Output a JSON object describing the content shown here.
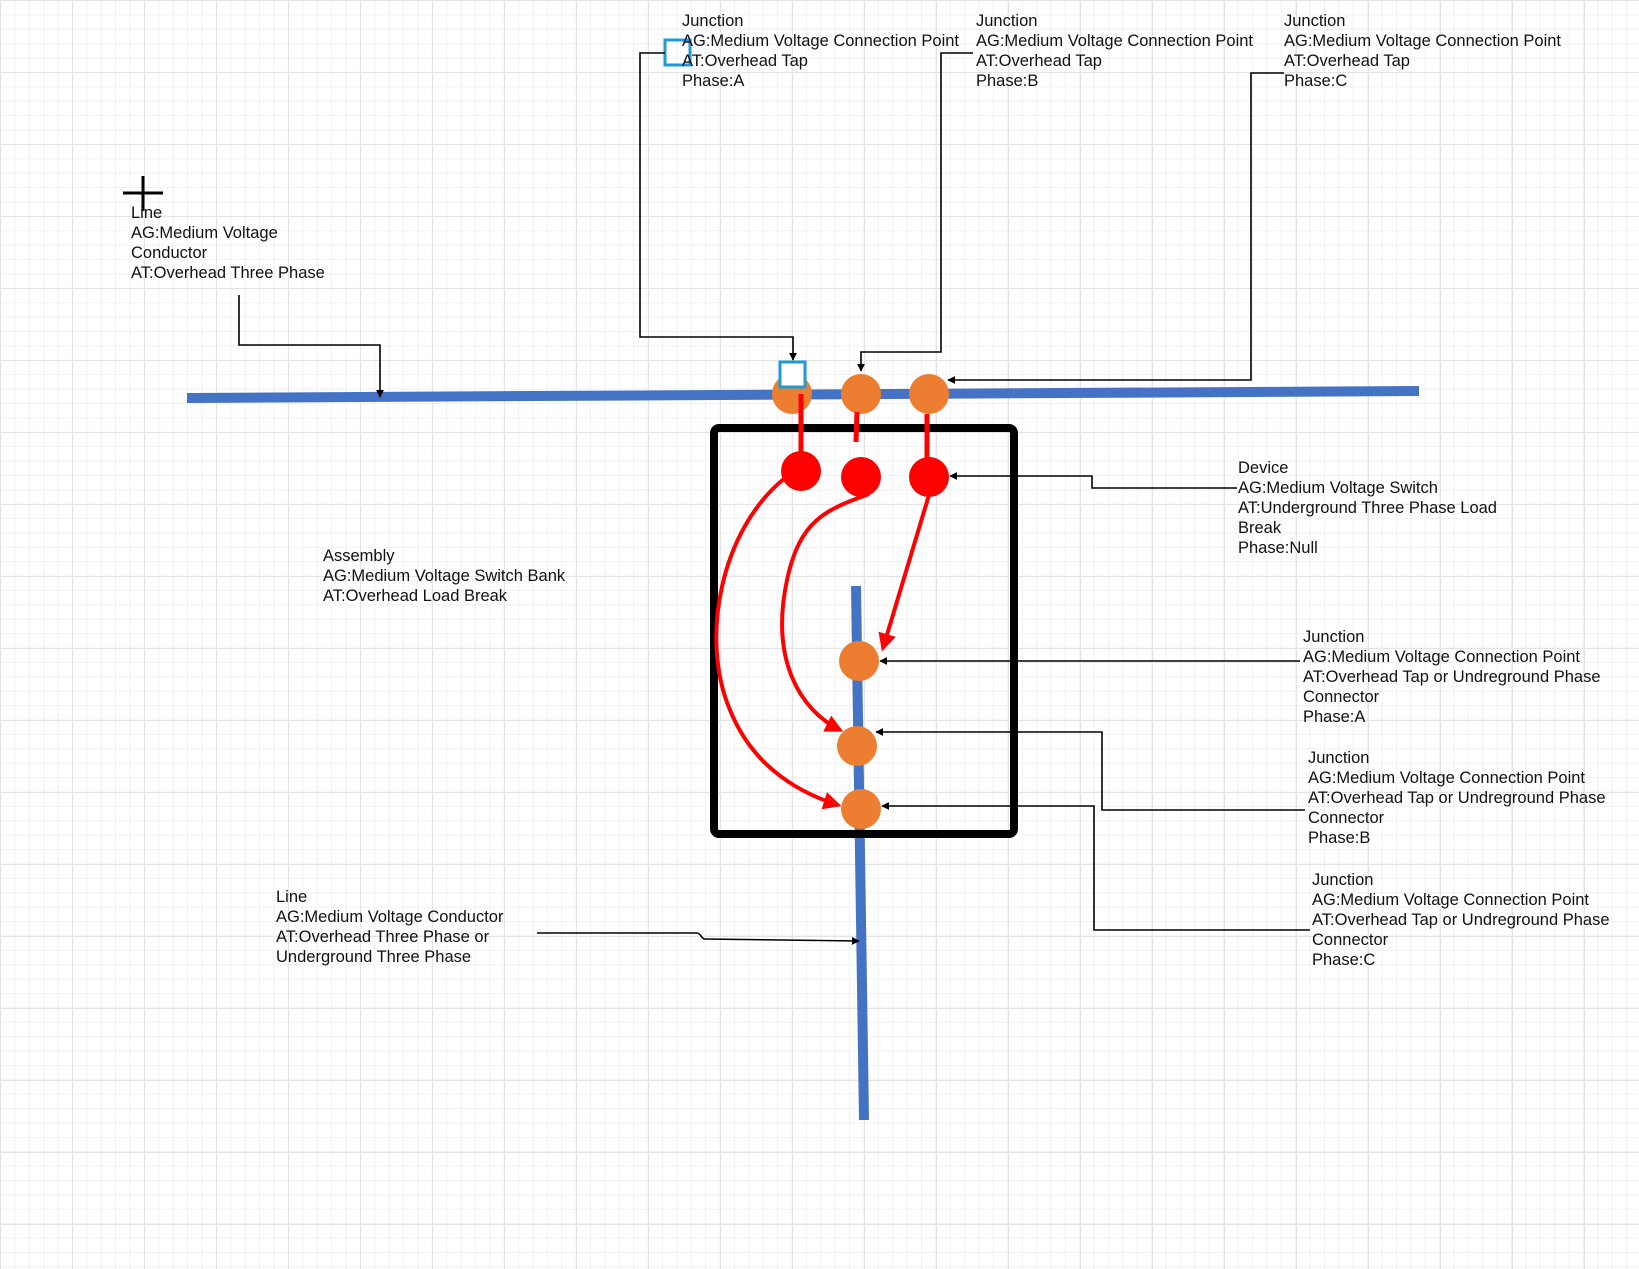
{
  "colors": {
    "line_blue": "#4472C4",
    "junction_orange": "#ED7D31",
    "device_red": "#FF0000",
    "assembly_black": "#000000",
    "selection_blue": "#1E9BD7",
    "annotation_black": "#000000"
  },
  "labels": {
    "junction_a_top": [
      "Junction",
      "AG:Medium Voltage Connection Point",
      "AT:Overhead Tap",
      "Phase:A"
    ],
    "junction_b_top": [
      "Junction",
      "AG:Medium Voltage Connection Point",
      "AT:Overhead Tap",
      "Phase:B"
    ],
    "junction_c_top": [
      "Junction",
      "AG:Medium Voltage Connection Point",
      "AT:Overhead Tap",
      "Phase:C"
    ],
    "line_top": [
      "Line",
      "AG:Medium Voltage",
      "Conductor",
      "AT:Overhead Three Phase"
    ],
    "device": [
      "Device",
      "AG:Medium Voltage Switch",
      "AT:Underground Three Phase Load",
      "Break",
      "Phase:Null"
    ],
    "assembly": [
      "Assembly",
      "AG:Medium Voltage Switch Bank",
      "AT:Overhead Load Break"
    ],
    "junction_a_bottom": [
      "Junction",
      "AG:Medium Voltage Connection Point",
      "AT:Overhead Tap or Undreground Phase",
      "Connector",
      "Phase:A"
    ],
    "junction_b_bottom": [
      "Junction",
      "AG:Medium Voltage Connection Point",
      "AT:Overhead Tap or Undreground Phase",
      "Connector",
      "Phase:B"
    ],
    "junction_c_bottom": [
      "Junction",
      "AG:Medium Voltage Connection Point",
      "AT:Overhead Tap or Undreground Phase",
      "Connector",
      "Phase:C"
    ],
    "line_bottom": [
      "Line",
      "AG:Medium Voltage Conductor",
      "AT:Overhead Three Phase or",
      "Underground Three Phase"
    ]
  }
}
